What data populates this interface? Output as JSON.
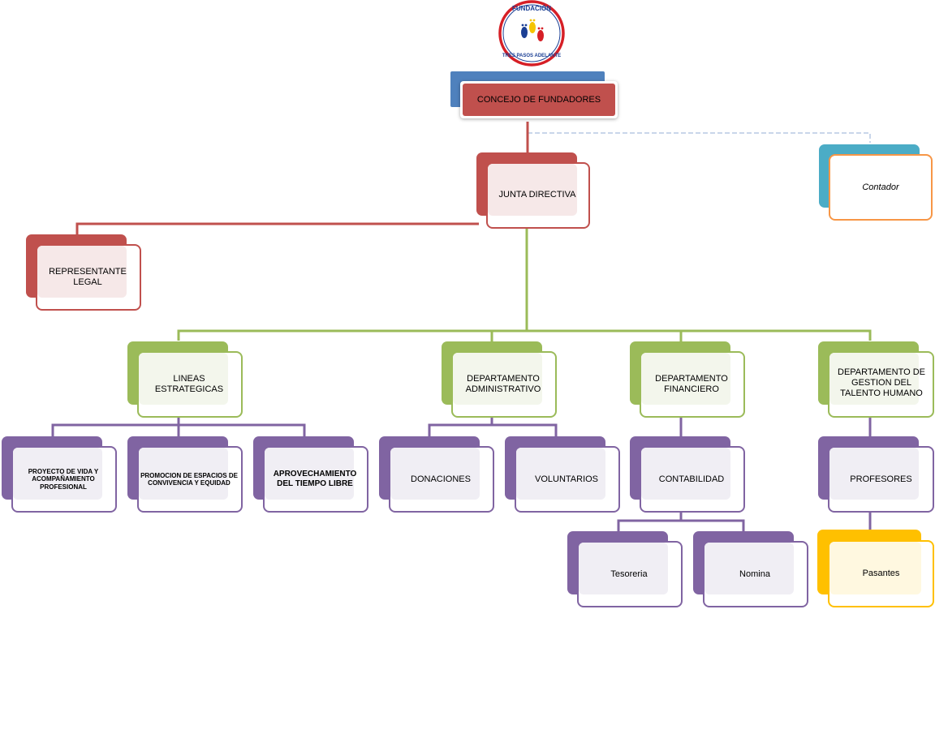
{
  "logo": {
    "text_top": "FUNDACIÓN",
    "text_bottom": "TRES PASOS ADELANTE"
  },
  "colors": {
    "red": "#c0504d",
    "green": "#9bbb59",
    "purple": "#8064a2",
    "yellow": "#ffc000",
    "blue": "#4f81bd",
    "teal": "#4bacc6",
    "orange": "#f79646"
  },
  "nodes": {
    "concejo": "CONCEJO DE FUNDADORES",
    "junta": "JUNTA DIRECTIVA",
    "contador": "Contador",
    "representante": "REPRESENTANTE LEGAL",
    "lineas": "LINEAS ESTRATEGICAS",
    "dep_admin": "DEPARTAMENTO ADMINISTRATIVO",
    "dep_fin": "DEPARTAMENTO FINANCIERO",
    "dep_talento": "DEPARTAMENTO DE GESTION DEL TALENTO HUMANO",
    "proyecto": "PROYECTO DE VIDA Y ACOMPAÑAMIENTO PROFESIONAL",
    "promocion": "PROMOCION DE ESPACIOS DE CONVIVENCIA Y EQUIDAD",
    "aprovechamiento": "APROVECHAMIENTO DEL TIEMPO LIBRE",
    "donaciones": "DONACIONES",
    "voluntarios": "VOLUNTARIOS",
    "contabilidad": "CONTABILIDAD",
    "profesores": "PROFESORES",
    "tesoreria": "Tesoreria",
    "nomina": "Nomina",
    "pasantes": "Pasantes"
  }
}
